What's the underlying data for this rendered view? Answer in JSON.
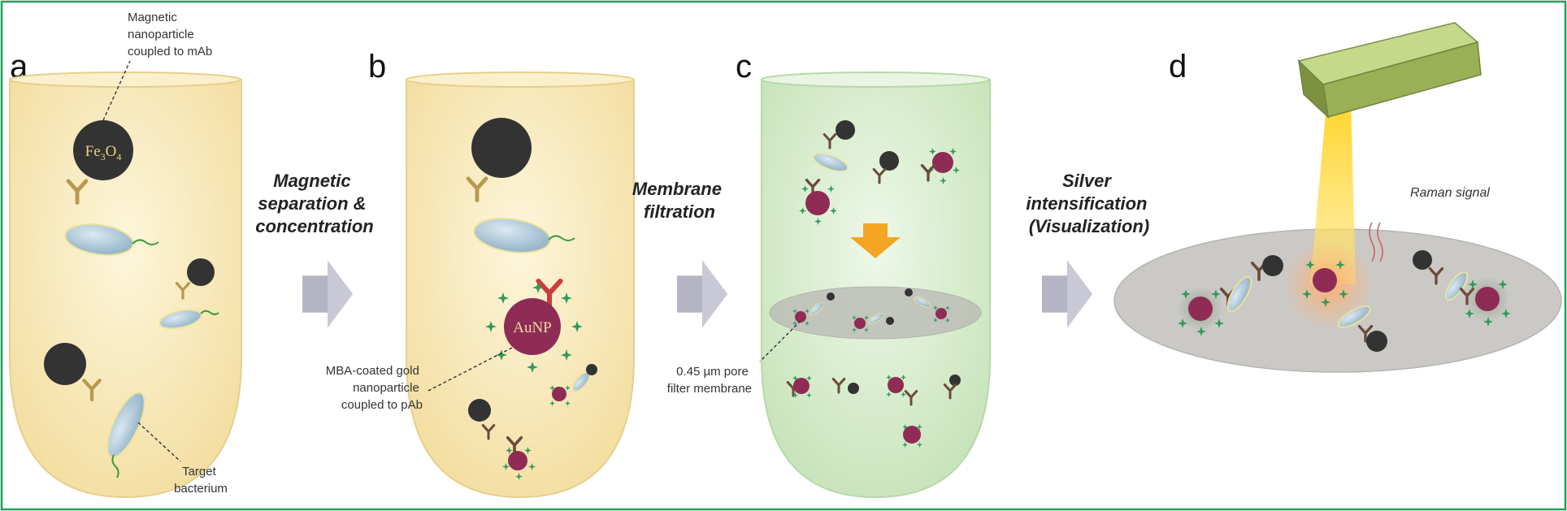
{
  "frame": {
    "border_color": "#22a05a"
  },
  "colors": {
    "tube_cream": "#f8e8b0",
    "tube_green": "#d4ecc8",
    "arrow_gray": "#b4b4c4",
    "magnetic_np": "#333333",
    "gold_np": "#8e2c56",
    "bacterium": "#a9c6d8",
    "antibody_tan": "#b89850",
    "antibody_red": "#c83c3c",
    "star_green": "#2f9a5a",
    "laser": "#ffd21e",
    "plate_gray": "#cbc9c6"
  },
  "panels": {
    "a": {
      "letter": "a"
    },
    "b": {
      "letter": "b"
    },
    "c": {
      "letter": "c"
    },
    "d": {
      "letter": "d"
    }
  },
  "labels": {
    "magnetic_np": [
      "Magnetic",
      "nanoparticle",
      "coupled to mAb"
    ],
    "fe3o4": "Fe",
    "fe3o4_sub3": "3",
    "fe3o4_o": "O",
    "fe3o4_sub4": "4",
    "target": [
      "Target",
      "bacterium"
    ],
    "mba_gold": [
      "MBA-coated gold",
      "nanoparticle",
      "coupled to pAb"
    ],
    "aunp": "AuNP",
    "membrane": [
      "0.45 µm pore",
      "filter membrane"
    ],
    "raman": "Raman signal"
  },
  "steps": {
    "magnetic": [
      "Magnetic",
      "separation &",
      "concentration"
    ],
    "membrane": [
      "Membrane",
      "filtration"
    ],
    "silver": [
      "Silver",
      "intensification",
      "(Visualization)"
    ]
  },
  "icons": [
    "step-arrow-icon",
    "down-arrow-icon",
    "antibody-icon",
    "bacterium-icon",
    "star-icon",
    "laser-source-icon"
  ]
}
